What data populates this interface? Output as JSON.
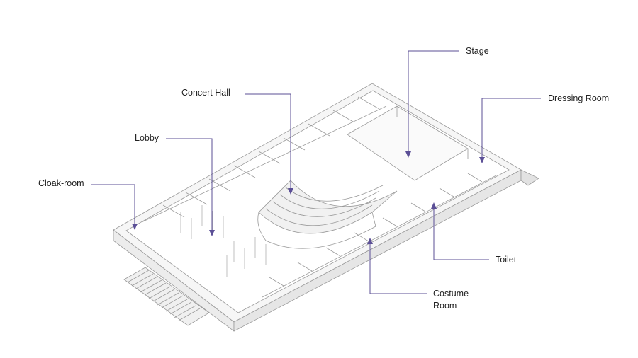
{
  "title": "",
  "labels": {
    "stage": "Stage",
    "concert_hall": "Concert Hall",
    "dressing_room": "Dressing Room",
    "lobby": "Lobby",
    "cloak_room": "Cloak-room",
    "toilet": "Toilet",
    "costume_room": "Costume\nRoom"
  },
  "colors": {
    "leader": "#5b4f96",
    "outline": "#9a9a9a",
    "fill": "#f3f3f3",
    "shadow": "#e2e2e2"
  }
}
